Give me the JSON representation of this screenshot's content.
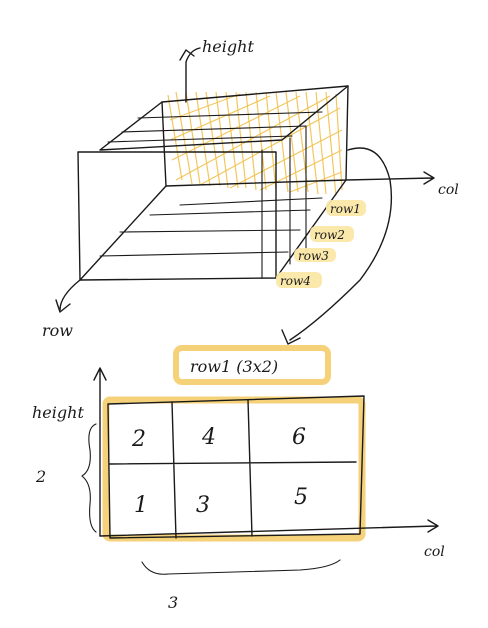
{
  "cube": {
    "axes": {
      "height": "height",
      "col": "col",
      "row": "row"
    },
    "row_labels": [
      "row1",
      "row2",
      "row3",
      "row4"
    ]
  },
  "slice_caption": "row1 (3x2)",
  "grid": {
    "axes": {
      "height": "height",
      "col": "col"
    },
    "dims": {
      "rows": "2",
      "cols": "3"
    },
    "cells": [
      [
        "2",
        "4",
        "6"
      ],
      [
        "1",
        "3",
        "5"
      ]
    ]
  },
  "colors": {
    "ink": "#1a1a1a",
    "highlight": "#fbe7a6",
    "hatch": "#f2c14e",
    "grid_border": "#f5d27a"
  }
}
